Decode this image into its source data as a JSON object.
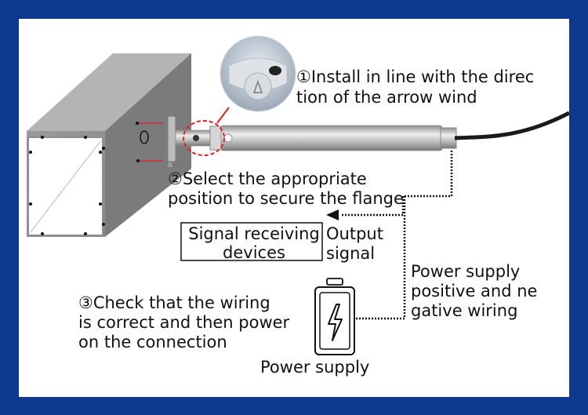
{
  "steps": {
    "step1": {
      "line1": "①Install in line with the direc",
      "line2": "tion of the arrow wind"
    },
    "step2": {
      "line1": "②Select the appropriate",
      "line2": "position to secure the flange"
    },
    "step3": {
      "line1": "③Check that the wiring",
      "line2": "is correct and then power",
      "line3": "on the connection"
    }
  },
  "labels": {
    "receiver_line1": "Signal receiving",
    "receiver_line2": "devices",
    "output_line1": "Output",
    "output_line2": "signal",
    "wiring_line1": "Power supply",
    "wiring_line2": "positive and ne",
    "wiring_line3": "gative wiring",
    "power_supply": "Power supply"
  },
  "colors": {
    "frame": "#0d3a8c",
    "panel": "#ffffff",
    "duct_dark": "#7d7d7d",
    "duct_light": "#a9a9a9",
    "probe": "#c8c8c8",
    "callout_red": "#e02020",
    "wire": "#111111"
  },
  "icons": [
    "wind-direction-arrow-icon",
    "battery-icon",
    "lightning-bolt-icon"
  ]
}
